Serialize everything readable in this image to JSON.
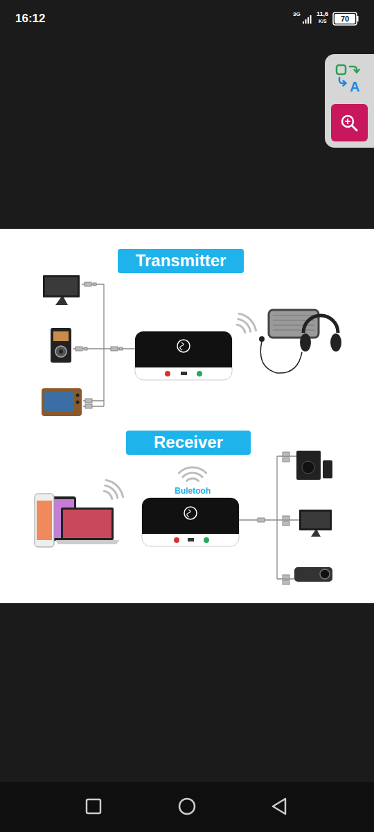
{
  "diagram": {
    "nodes": [
      {
        "text": [
          "Transmitter"
        ]
      },
      {
        "text": [
          "Receiver"
        ]
      }
    ],
    "labels": [
      "16:12",
      "3G",
      "11,6",
      "K/S",
      "70",
      "A",
      "Buletooh"
    ]
  }
}
